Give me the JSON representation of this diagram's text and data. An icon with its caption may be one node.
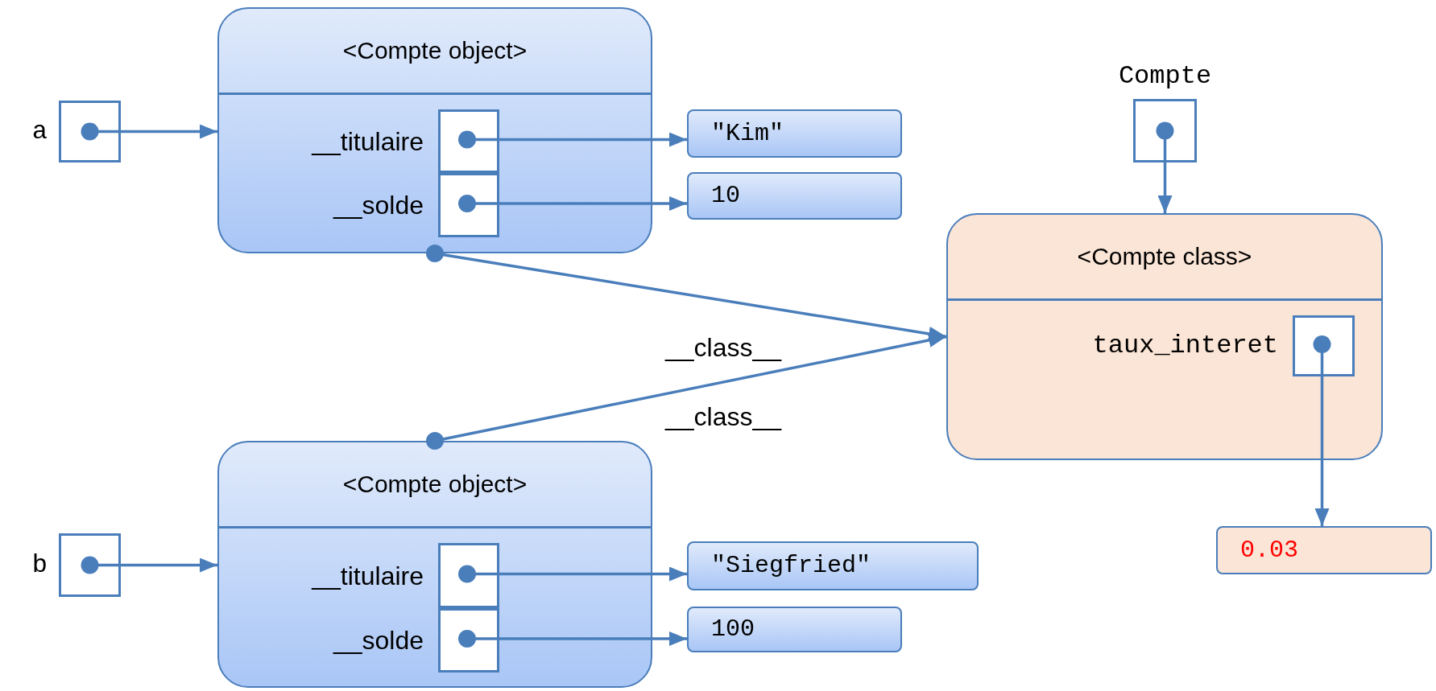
{
  "diagram": {
    "nodes": [
      {
        "text": [],
        "shape": "box",
        "beside": [
          "a"
        ]
      },
      {
        "text": [
          "<Compte object>"
        ]
      },
      {
        "text": [],
        "shape": "box",
        "beside": [
          "__titulaire"
        ],
        "in": 1
      },
      {
        "text": [],
        "shape": "box",
        "beside": [
          "__solde"
        ],
        "in": 1
      },
      {
        "text": [
          "\"Kim\""
        ]
      },
      {
        "text": [
          "10"
        ]
      },
      {
        "text": [],
        "shape": "box",
        "beside": [
          "Compte"
        ]
      },
      {
        "text": [
          "<Compte class>"
        ]
      },
      {
        "text": [],
        "shape": "box",
        "beside": [
          "taux_interet"
        ],
        "in": 7
      },
      {
        "text": [
          "0.03"
        ]
      },
      {
        "text": [],
        "shape": "box",
        "beside": [
          "b"
        ]
      },
      {
        "text": [
          "<Compte object>"
        ]
      },
      {
        "text": [],
        "shape": "box",
        "beside": [
          "__titulaire"
        ],
        "in": 11
      },
      {
        "text": [],
        "shape": "box",
        "beside": [
          "__solde"
        ],
        "in": 11
      },
      {
        "text": [
          "\"Siegfried\""
        ]
      },
      {
        "text": [
          "100"
        ]
      }
    ],
    "edges": [
      {
        "from": 0,
        "to": 1,
        "arrow": "to"
      },
      {
        "from": 2,
        "to": 4,
        "arrow": "to"
      },
      {
        "from": 3,
        "to": 5,
        "arrow": "to"
      },
      {
        "from": 1,
        "to": 7,
        "arrow": "to",
        "label": "__class__"
      },
      {
        "from": 11,
        "to": 7,
        "arrow": "to",
        "label": "__class__"
      },
      {
        "from": 6,
        "to": 7,
        "arrow": "to"
      },
      {
        "from": 8,
        "to": 9,
        "arrow": "to"
      },
      {
        "from": 10,
        "to": 11,
        "arrow": "to"
      },
      {
        "from": 12,
        "to": 14,
        "arrow": "to"
      },
      {
        "from": 13,
        "to": 15,
        "arrow": "to"
      }
    ]
  }
}
